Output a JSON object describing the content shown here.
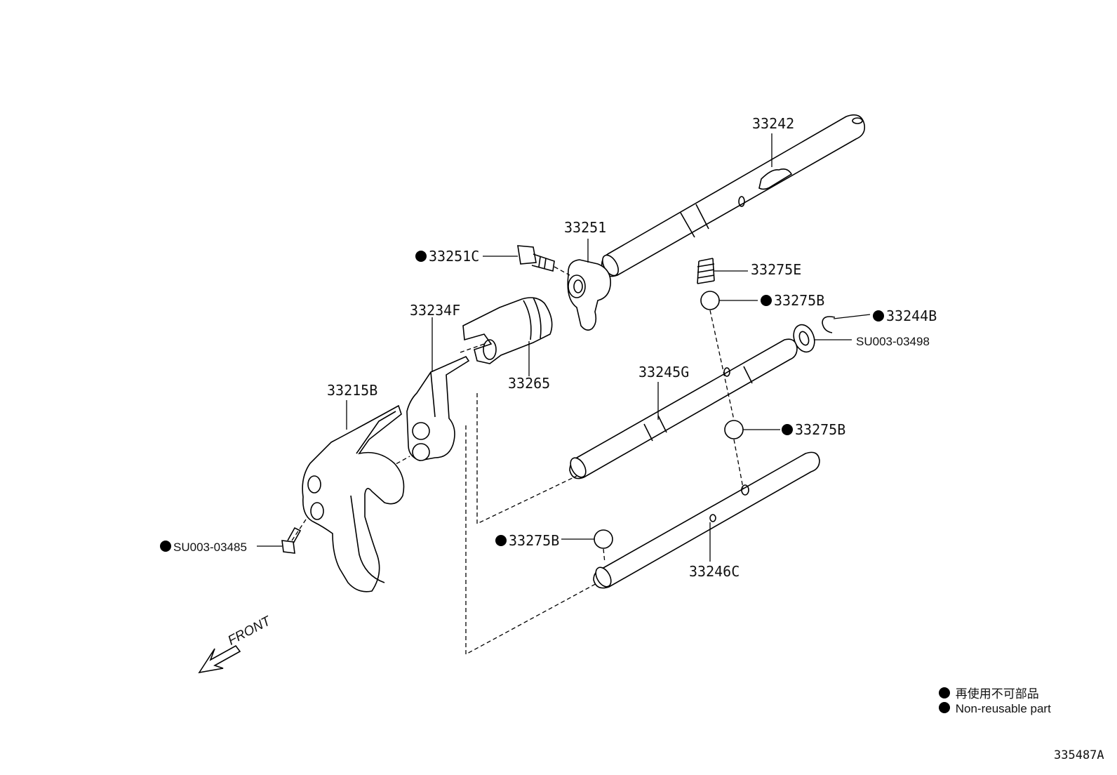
{
  "parts": {
    "p33242": "33242",
    "p33251": "33251",
    "p33251C": "33251C",
    "p33275E": "33275E",
    "p33275B_top": "33275B",
    "p33244B": "33244B",
    "pSU003_03498": "SU003-03498",
    "p33234F": "33234F",
    "p33265": "33265",
    "p33245G": "33245G",
    "p33215B": "33215B",
    "p33275B_mid": "33275B",
    "pSU003_03485": "SU003-03485",
    "p33275B_low": "33275B",
    "p33246C": "33246C"
  },
  "direction": {
    "label": "FRONT"
  },
  "legend": {
    "line_jp": "再使用不可部品",
    "line_en": "Non-reusable part"
  },
  "diagram_ref": "335487A",
  "colors": {
    "ink": "#000000",
    "background": "#ffffff"
  }
}
